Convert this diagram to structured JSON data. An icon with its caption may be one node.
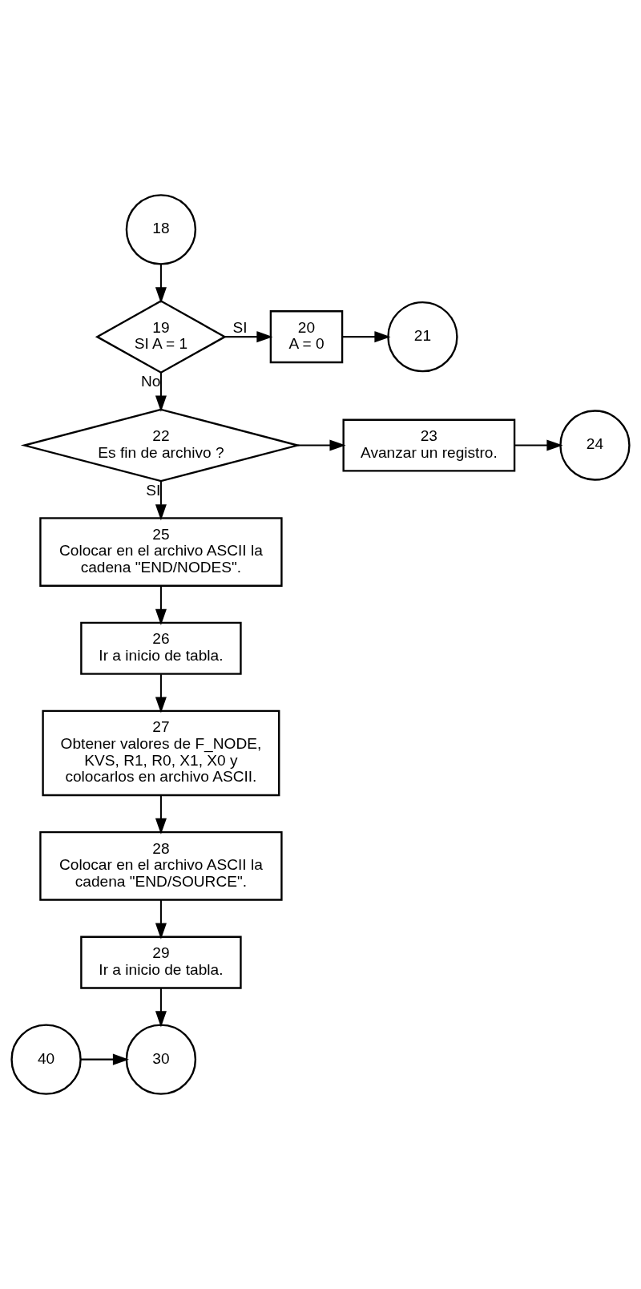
{
  "diagram": {
    "nodes": [
      {
        "text": [
          "18"
        ]
      },
      {
        "text": [
          "19",
          "SI A = 1"
        ]
      },
      {
        "text": [
          "20",
          "A = 0"
        ]
      },
      {
        "text": [
          "21"
        ]
      },
      {
        "text": [
          "22",
          "Es fin de archivo ?"
        ]
      },
      {
        "text": [
          "23",
          "Avanzar un registro."
        ]
      },
      {
        "text": [
          "24"
        ]
      },
      {
        "text": [
          "25",
          "Colocar en el archivo ASCII la cadena \"END/NODES\"."
        ]
      },
      {
        "text": [
          "26",
          "Ir a inicio de tabla."
        ]
      },
      {
        "text": [
          "27",
          "Obtener valores de F_NODE, KVS, R1, R0, X1, X0 y colocarlos en archivo ASCII."
        ]
      },
      {
        "text": [
          "28",
          "Colocar en el archivo ASCII la cadena \"END/SOURCE\"."
        ]
      },
      {
        "text": [
          "29",
          "Ir a inicio de tabla."
        ]
      },
      {
        "text": [
          "40"
        ]
      },
      {
        "text": [
          "30"
        ]
      }
    ],
    "edges": [
      {
        "from": 0,
        "to": 1,
        "arrow": "to"
      },
      {
        "from": 1,
        "to": 2,
        "arrow": "to",
        "label": "SI"
      },
      {
        "from": 2,
        "to": 3,
        "arrow": "to"
      },
      {
        "from": 1,
        "to": 4,
        "arrow": "to",
        "label": "No"
      },
      {
        "from": 4,
        "to": 5,
        "arrow": "to"
      },
      {
        "from": 5,
        "to": 6,
        "arrow": "to"
      },
      {
        "from": 4,
        "to": 7,
        "arrow": "to",
        "label": "SI"
      },
      {
        "from": 7,
        "to": 8,
        "arrow": "to"
      },
      {
        "from": 8,
        "to": 9,
        "arrow": "to"
      },
      {
        "from": 9,
        "to": 10,
        "arrow": "to"
      },
      {
        "from": 10,
        "to": 11,
        "arrow": "to"
      },
      {
        "from": 11,
        "to": 13,
        "arrow": "to"
      },
      {
        "from": 12,
        "to": 13,
        "arrow": "to"
      }
    ]
  }
}
